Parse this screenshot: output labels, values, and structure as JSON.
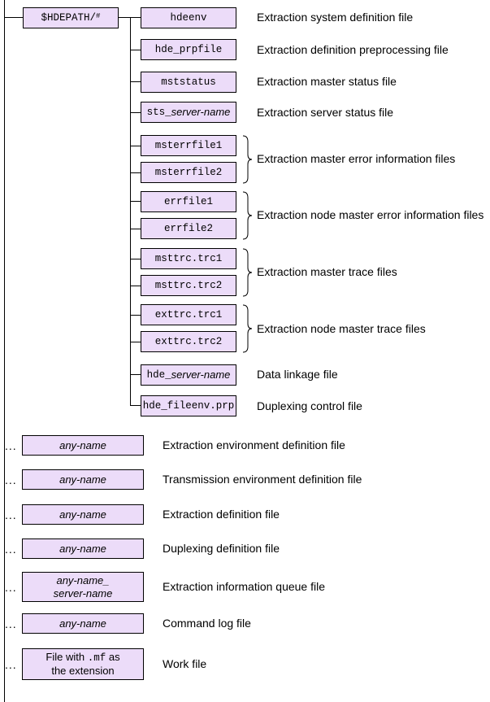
{
  "root": {
    "label": "$HDEPATH/",
    "sup": "#"
  },
  "hdepath_files": [
    {
      "name": "hdeenv",
      "desc": "Extraction system definition file"
    },
    {
      "name": "hde_prpfile",
      "desc": "Extraction definition preprocessing file"
    },
    {
      "name": "mststatus",
      "desc": "Extraction master status file"
    },
    {
      "name_mono": "sts_",
      "name_italic": "server-name",
      "desc": "Extraction server status file"
    }
  ],
  "hdepath_groups": [
    {
      "files": [
        "msterrfile1",
        "msterrfile2"
      ],
      "desc": "Extraction master error information files"
    },
    {
      "files": [
        "errfile1",
        "errfile2"
      ],
      "desc": "Extraction node master error information files"
    },
    {
      "files": [
        "msttrc.trc1",
        "msttrc.trc2"
      ],
      "desc": "Extraction master trace files"
    },
    {
      "files": [
        "exttrc.trc1",
        "exttrc.trc2"
      ],
      "desc": "Extraction node master trace files"
    }
  ],
  "hdepath_tail": [
    {
      "name_mono": "hde_",
      "name_italic": "server-name",
      "desc": "Data linkage file"
    },
    {
      "name": "hde_fileenv.prp",
      "desc": "Duplexing control file"
    }
  ],
  "other_files": [
    {
      "name": "any-name",
      "desc": "Extraction environment definition file"
    },
    {
      "name": "any-name",
      "desc": "Transmission environment definition file"
    },
    {
      "name": "any-name",
      "desc": "Extraction definition file"
    },
    {
      "name": "any-name",
      "desc": "Duplexing definition file"
    },
    {
      "line1": "any-name_",
      "line2": "server-name",
      "desc": "Extraction information queue file"
    },
    {
      "name": "any-name",
      "desc": "Command log file"
    },
    {
      "pre": "File with ",
      "code": ".mf",
      "post": " as",
      "line2": "the extension",
      "desc": "Work file"
    }
  ],
  "ellipsis": "..."
}
